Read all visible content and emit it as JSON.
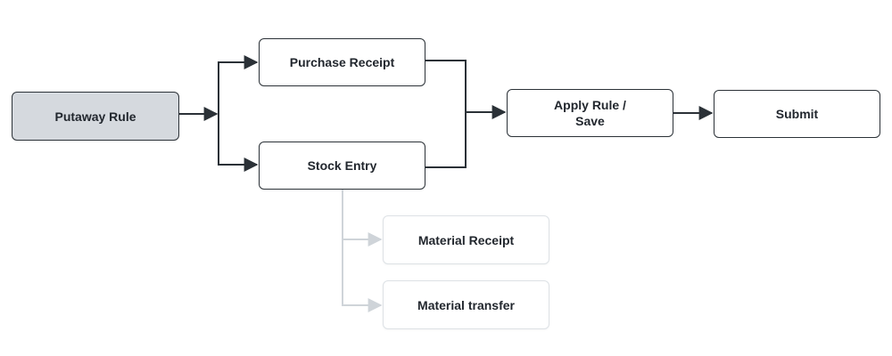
{
  "nodes": {
    "putaway_rule": "Putaway Rule",
    "purchase_receipt": "Purchase Receipt",
    "stock_entry": "Stock Entry",
    "apply_rule_save": "Apply Rule /\nSave",
    "submit": "Submit",
    "material_receipt": "Material Receipt",
    "material_transfer": "Material transfer"
  },
  "colors": {
    "line": "#2b3137",
    "muted_line": "#cfd4d9",
    "start_fill": "#d5d9de"
  }
}
